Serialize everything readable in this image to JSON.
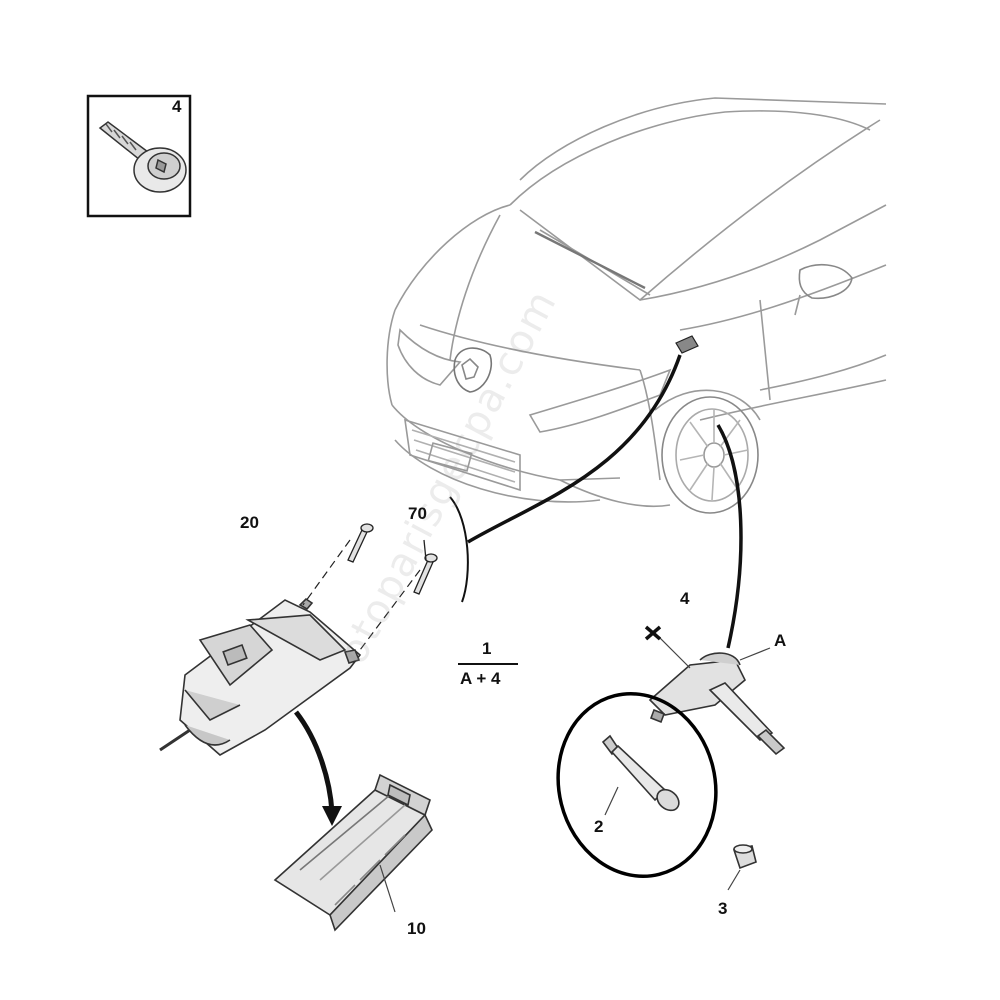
{
  "labels": {
    "screw_box": "4",
    "bracket": "20",
    "screws": "70",
    "kit_fraction_top": "1",
    "kit_fraction_bottom": "A + 4",
    "valve_screw": "4",
    "sensor_assembly": "A",
    "valve_stem": "2",
    "valve_cap": "3",
    "module": "10"
  },
  "watermark": "otoparisgecpa.com",
  "colors": {
    "line": "#222222",
    "light_line": "#8a8a8a",
    "part_fill": "#e9e9e9",
    "part_dark": "#bdbdbd",
    "highlight_circle": "#000000"
  }
}
